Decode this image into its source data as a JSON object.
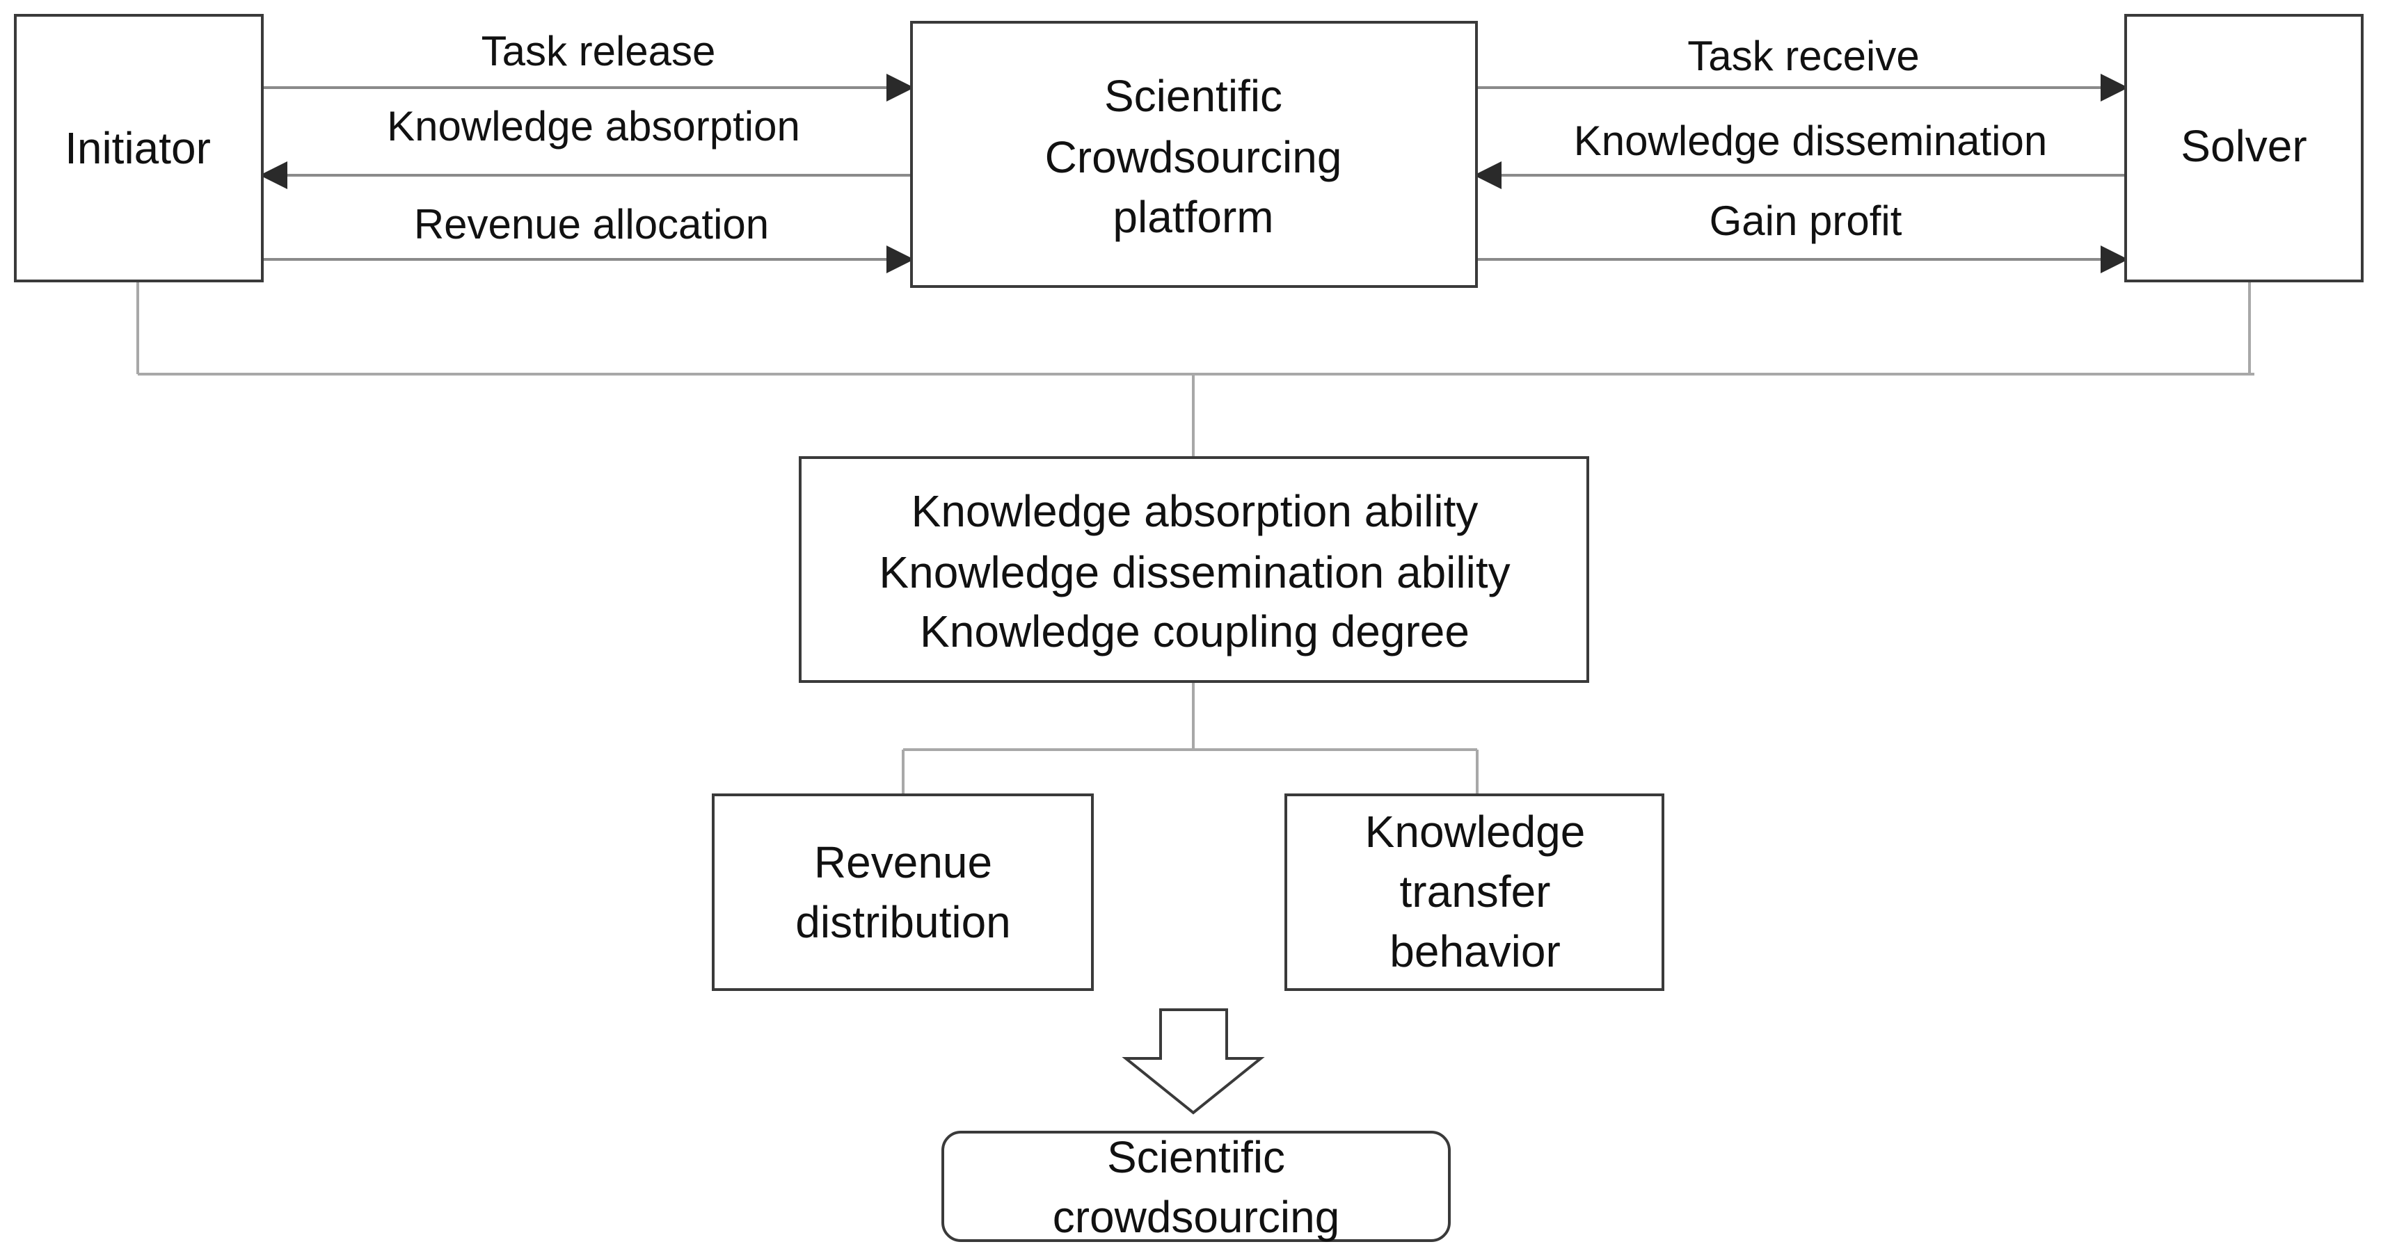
{
  "nodes": {
    "initiator": "Initiator",
    "platform": [
      "Scientific",
      "Crowdsourcing",
      "platform"
    ],
    "solver": "Solver",
    "factors": [
      "Knowledge absorption ability",
      "Knowledge dissemination ability",
      "Knowledge coupling degree"
    ],
    "revenue": [
      "Revenue",
      "distribution"
    ],
    "transfer": [
      "Knowledge",
      "transfer",
      "behavior"
    ],
    "outcome": [
      "Scientific",
      "crowdsourcing"
    ]
  },
  "edges": {
    "task_release": "Task release",
    "knowledge_absorption": "Knowledge absorption",
    "revenue_allocation": "Revenue allocation",
    "task_receive": "Task receive",
    "knowledge_dissemination": "Knowledge dissemination",
    "gain_profit": "Gain profit"
  },
  "colors": {
    "box_stroke": "#3a3a3a",
    "arrow_line": "#8a8a8a",
    "connector_line": "#a8a8a8"
  }
}
